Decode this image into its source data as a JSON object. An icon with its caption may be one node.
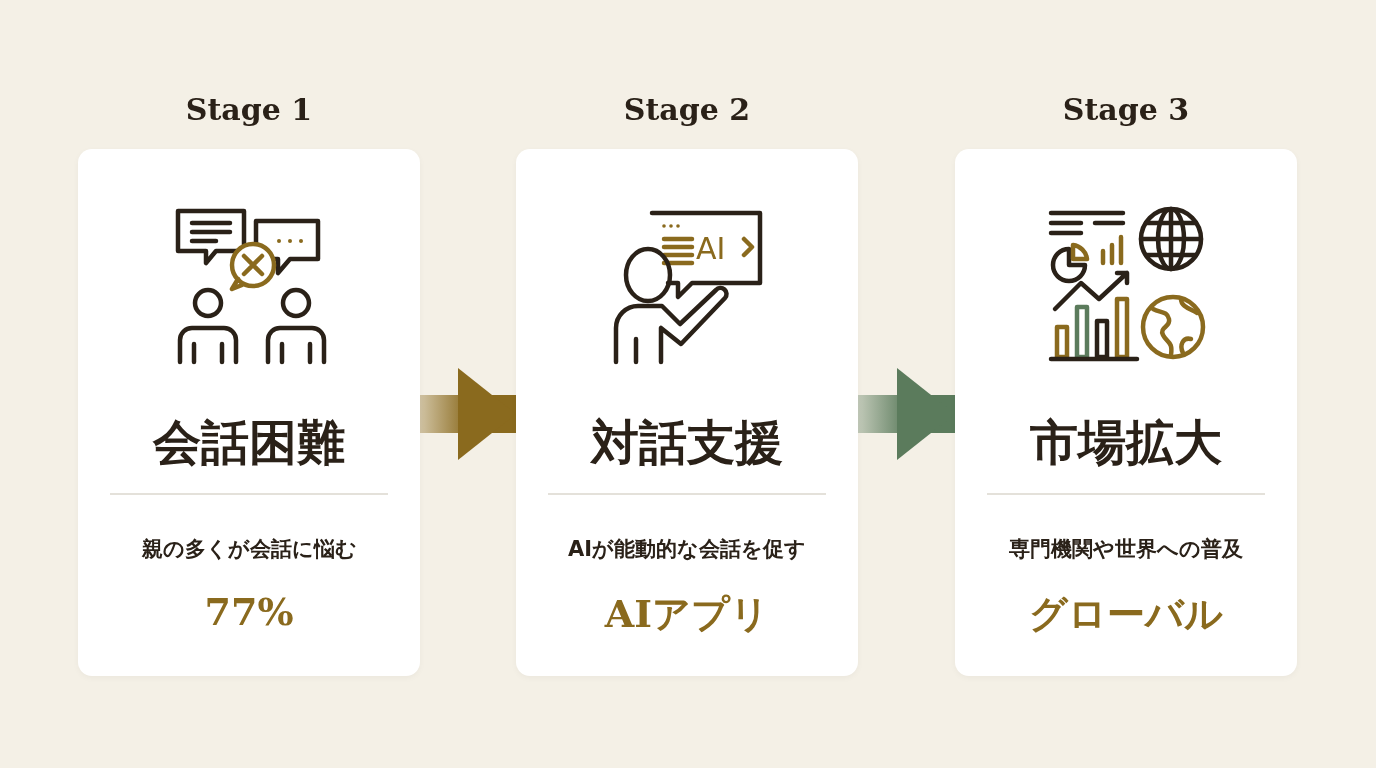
{
  "diagram": {
    "nodes": [
      {
        "text": [
          "会話困難",
          "親の多くが会話に悩む",
          "77%"
        ],
        "beside": [
          "Stage 1"
        ]
      },
      {
        "text": [
          "対話支援",
          "AIが能動的な会話を促す",
          "AIアプリ"
        ],
        "beside": [
          "Stage 2"
        ]
      },
      {
        "text": [
          "市場拡大",
          "専門機関や世界への普及",
          "グローバル"
        ],
        "beside": [
          "Stage 3"
        ]
      }
    ],
    "edges": [
      {
        "from": 0,
        "to": 1,
        "arrow": "to",
        "color": "#8a6a1e"
      },
      {
        "from": 1,
        "to": 2,
        "arrow": "to",
        "color": "#5b7b5c"
      }
    ],
    "labels": [
      "AI"
    ]
  }
}
